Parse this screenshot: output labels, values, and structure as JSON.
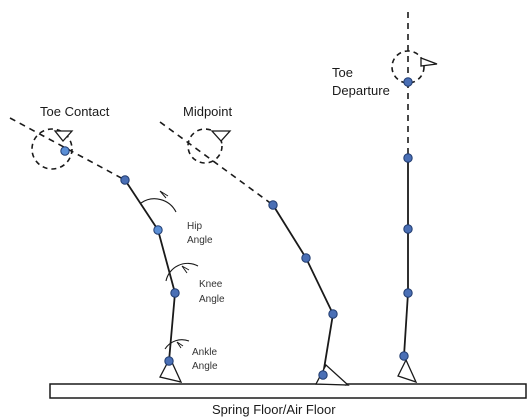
{
  "phases": {
    "toe_contact": "Toe Contact",
    "midpoint": "Midpoint",
    "toe_departure_line1": "Toe",
    "toe_departure_line2": "Departure"
  },
  "angles": {
    "hip_line1": "Hip",
    "hip_line2": "Angle",
    "knee_line1": "Knee",
    "knee_line2": "Angle",
    "ankle_line1": "Ankle",
    "ankle_line2": "Angle"
  },
  "floor_label": "Spring Floor/Air Floor",
  "colors": {
    "joint_fill": "#4a6fb5",
    "joint_stroke": "#1f3a6e",
    "line": "#1a1a1a",
    "floor_fill": "#ffffff",
    "hip_marker": "#5b8fd6"
  }
}
